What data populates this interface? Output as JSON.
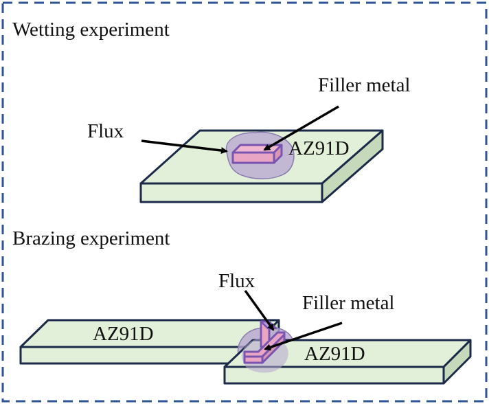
{
  "wetting": {
    "heading": "Wetting experiment",
    "labels": {
      "flux": "Flux",
      "filler_metal": "Filler metal",
      "substrate": "AZ91D"
    }
  },
  "brazing": {
    "heading": "Brazing experiment",
    "labels": {
      "flux": "Flux",
      "filler_metal": "Filler metal",
      "left_plate": "AZ91D",
      "right_plate": "AZ91D"
    }
  },
  "colors": {
    "border_dash": "#2f5597",
    "outline": "#1b2a48",
    "plate_top": "#e2efd9",
    "plate_side": "#c7d9bb",
    "flux": "#b7a6d1",
    "filler": "#e9a6c4",
    "filler_edge": "#7a55b0",
    "arrow": "#000000"
  }
}
